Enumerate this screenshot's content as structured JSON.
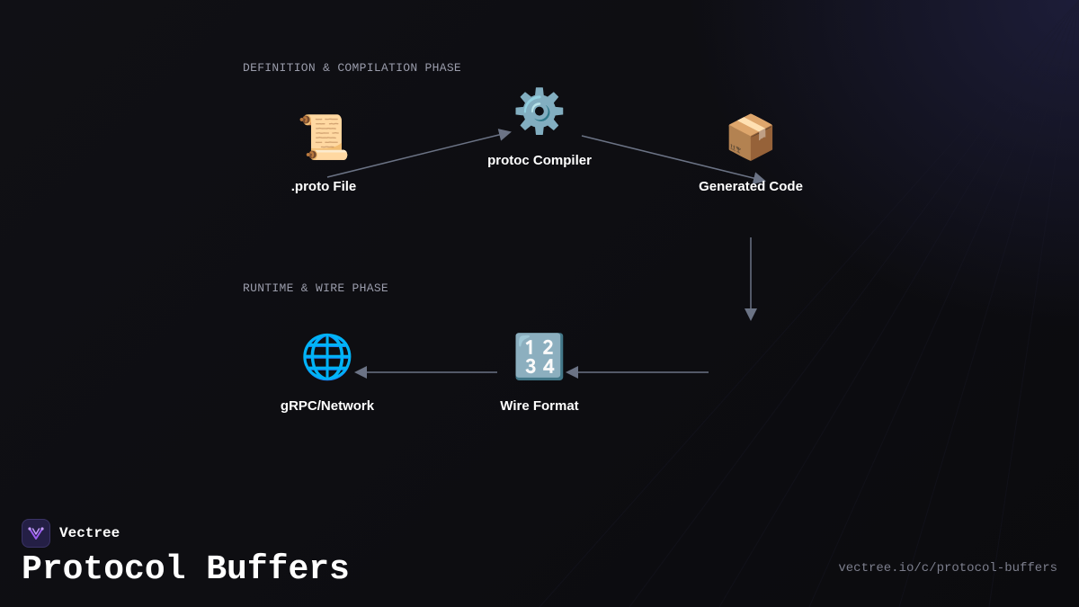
{
  "phases": {
    "definition": "DEFINITION & COMPILATION PHASE",
    "runtime": "RUNTIME & WIRE PHASE"
  },
  "nodes": {
    "proto_file": {
      "icon": "scroll-icon",
      "glyph": "📜",
      "label": ".proto File"
    },
    "protoc_compiler": {
      "icon": "gear-icon",
      "glyph": "⚙️",
      "label": "protoc Compiler"
    },
    "generated_code": {
      "icon": "package-icon",
      "glyph": "📦",
      "label": "Generated Code"
    },
    "wire_format": {
      "icon": "numbers-icon",
      "glyph": "🔢",
      "label": "Wire Format"
    },
    "grpc_network": {
      "icon": "globe-icon",
      "glyph": "🌐",
      "label": "gRPC/Network"
    }
  },
  "edges": [
    {
      "from": "proto_file",
      "to": "protoc_compiler"
    },
    {
      "from": "protoc_compiler",
      "to": "generated_code"
    },
    {
      "from": "generated_code",
      "to": "wire_format"
    },
    {
      "from": "wire_format",
      "to": "grpc_network"
    }
  ],
  "footer": {
    "brand_icon": "vectree-logo-icon",
    "brand_name": "Vectree",
    "title": "Protocol Buffers",
    "url": "vectree.io/c/protocol-buffers"
  },
  "colors": {
    "background": "#0e0e12",
    "edge": "#6b7385",
    "phase_label": "#9a9cab",
    "logo_bg": "#241f45",
    "logo_accent": "#9b5cf0"
  }
}
